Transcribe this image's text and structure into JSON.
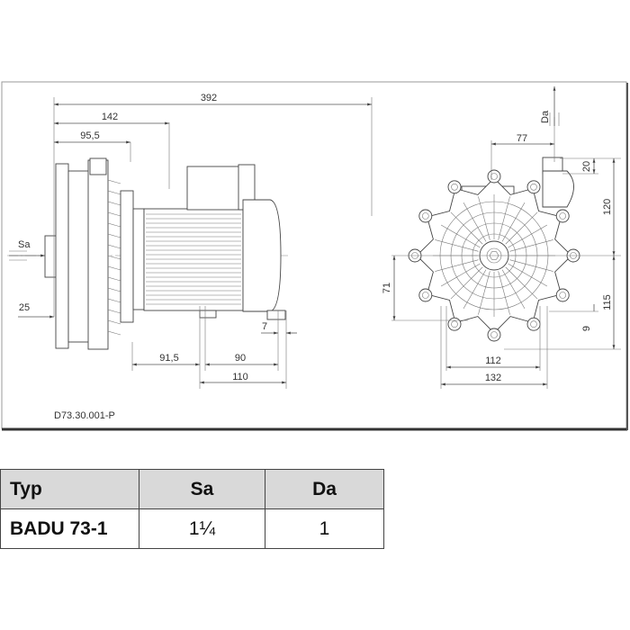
{
  "drawing": {
    "code": "D73.30.001-P",
    "labels": {
      "sa": "Sa",
      "da": "Da"
    },
    "dimensions": {
      "d392": "392",
      "d142": "142",
      "d95_5": "95,5",
      "d25": "25",
      "d91_5": "91,5",
      "d90": "90",
      "d110": "110",
      "d7": "7",
      "d77": "77",
      "d20": "20",
      "d120": "120",
      "d71": "71",
      "d115": "115",
      "d9": "9",
      "d112": "112",
      "d132": "132"
    }
  },
  "table": {
    "headers": [
      "Typ",
      "Sa",
      "Da"
    ],
    "rows": [
      [
        "BADU 73-1",
        "1¼",
        "1"
      ]
    ]
  }
}
